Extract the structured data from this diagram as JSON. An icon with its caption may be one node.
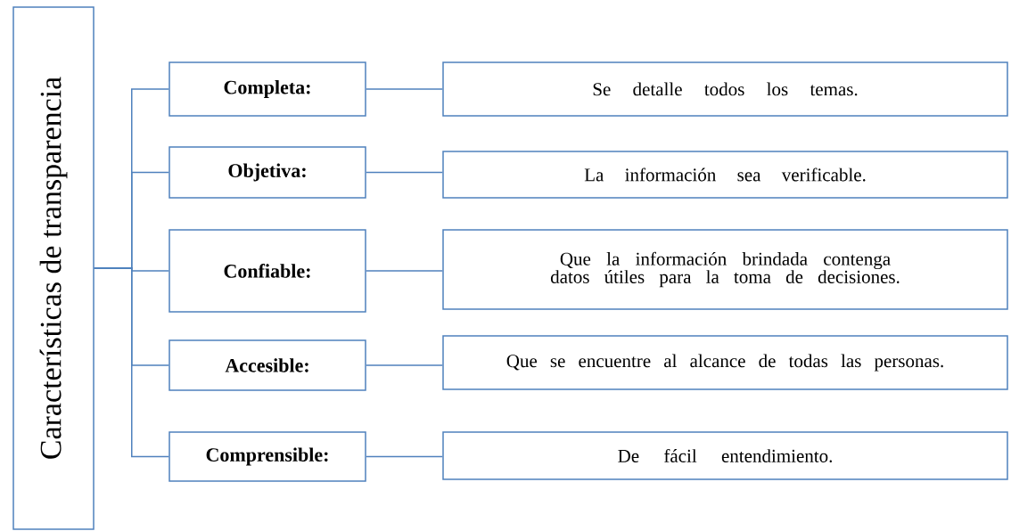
{
  "diagram": {
    "nodes": [
      {
        "text": [
          "Características de transparencia"
        ]
      },
      {
        "text": [
          "Completa:"
        ]
      },
      {
        "text": [
          "Se detalle todos los temas."
        ]
      },
      {
        "text": [
          "Objetiva:"
        ]
      },
      {
        "text": [
          "La información sea verificable."
        ]
      },
      {
        "text": [
          "Confiable:"
        ]
      },
      {
        "text": [
          "Que la información brindada contenga datos útiles para la toma de decisiones."
        ]
      },
      {
        "text": [
          "Accesible:"
        ]
      },
      {
        "text": [
          "Que se encuentre al alcance de todas las personas."
        ]
      },
      {
        "text": [
          "Comprensible:"
        ]
      },
      {
        "text": [
          "De fácil entendimiento."
        ]
      }
    ],
    "edges": [
      {
        "from": 0,
        "to": 1,
        "arrow": "none"
      },
      {
        "from": 0,
        "to": 3,
        "arrow": "none"
      },
      {
        "from": 0,
        "to": 5,
        "arrow": "none"
      },
      {
        "from": 0,
        "to": 7,
        "arrow": "none"
      },
      {
        "from": 0,
        "to": 9,
        "arrow": "none"
      },
      {
        "from": 1,
        "to": 2,
        "arrow": "none"
      },
      {
        "from": 3,
        "to": 4,
        "arrow": "none"
      },
      {
        "from": 5,
        "to": 6,
        "arrow": "none"
      },
      {
        "from": 7,
        "to": 8,
        "arrow": "none"
      },
      {
        "from": 9,
        "to": 10,
        "arrow": "none"
      }
    ]
  }
}
